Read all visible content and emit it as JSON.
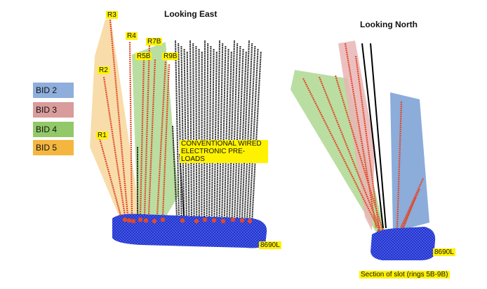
{
  "views": {
    "east": {
      "title": "Looking East",
      "ring_labels": [
        "R3",
        "R4",
        "R7B",
        "R5B",
        "R9B",
        "R2",
        "R1"
      ],
      "annotation_lines": [
        "CONVENTIONAL WIRED",
        "ELECTRONIC PRE-",
        "LOADS"
      ],
      "drift_label": "8690L"
    },
    "north": {
      "title": "Looking North",
      "drift_label": "8690L",
      "caption": "Section of slot (rings 5B-9B)"
    }
  },
  "legend": [
    {
      "label": "BID 2",
      "color": "#8eaedb"
    },
    {
      "label": "BID 3",
      "color": "#d99b9b"
    },
    {
      "label": "BID 4",
      "color": "#93c868"
    },
    {
      "label": "BID 5",
      "color": "#f5b640"
    }
  ],
  "colors": {
    "bid5_zone": "#f7d79b",
    "bid4_zone": "#a9d68a",
    "bid3_zone": "#e9b5b5",
    "bid2_zone": "#7fa3d6",
    "charged_hole": "#e04a2a",
    "wired_hole": "#000000",
    "drift_mesh": "#1b2fc9",
    "label_bg": "#fff200"
  }
}
